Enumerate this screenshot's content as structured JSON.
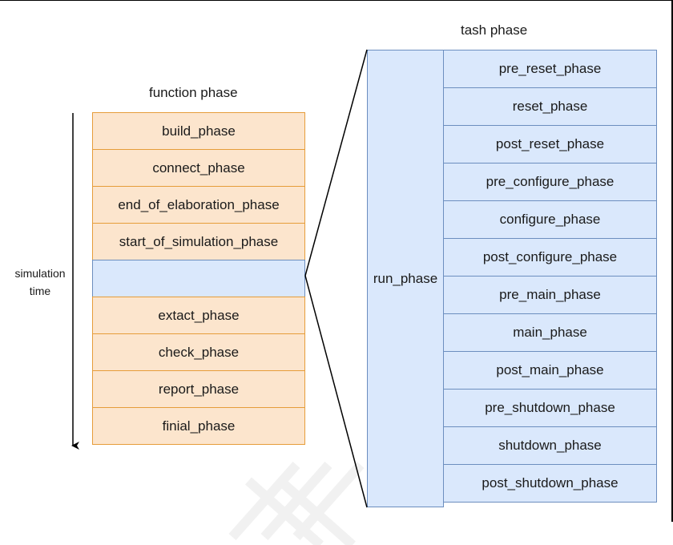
{
  "function_section": {
    "title": "function phase",
    "phases": [
      "build_phase",
      "connect_phase",
      "end_of_elaboration_phase",
      "start_of_simulation_phase",
      "",
      "extact_phase",
      "check_phase",
      "report_phase",
      "finial_phase"
    ],
    "highlighted_index": 4
  },
  "task_section": {
    "title": "tash phase",
    "run_label": "run_phase",
    "phases": [
      "pre_reset_phase",
      "reset_phase",
      "post_reset_phase",
      "pre_configure_phase",
      "configure_phase",
      "post_configure_phase",
      "pre_main_phase",
      "main_phase",
      "post_main_phase",
      "pre_shutdown_phase",
      "shutdown_phase",
      "post_shutdown_phase"
    ]
  },
  "time_axis": {
    "label_line1": "simulation",
    "label_line2": "time"
  },
  "colors": {
    "function_fill": "#fce5cd",
    "function_stroke": "#e69d3a",
    "task_fill": "#dae8fc",
    "task_stroke": "#6c8ebf"
  }
}
